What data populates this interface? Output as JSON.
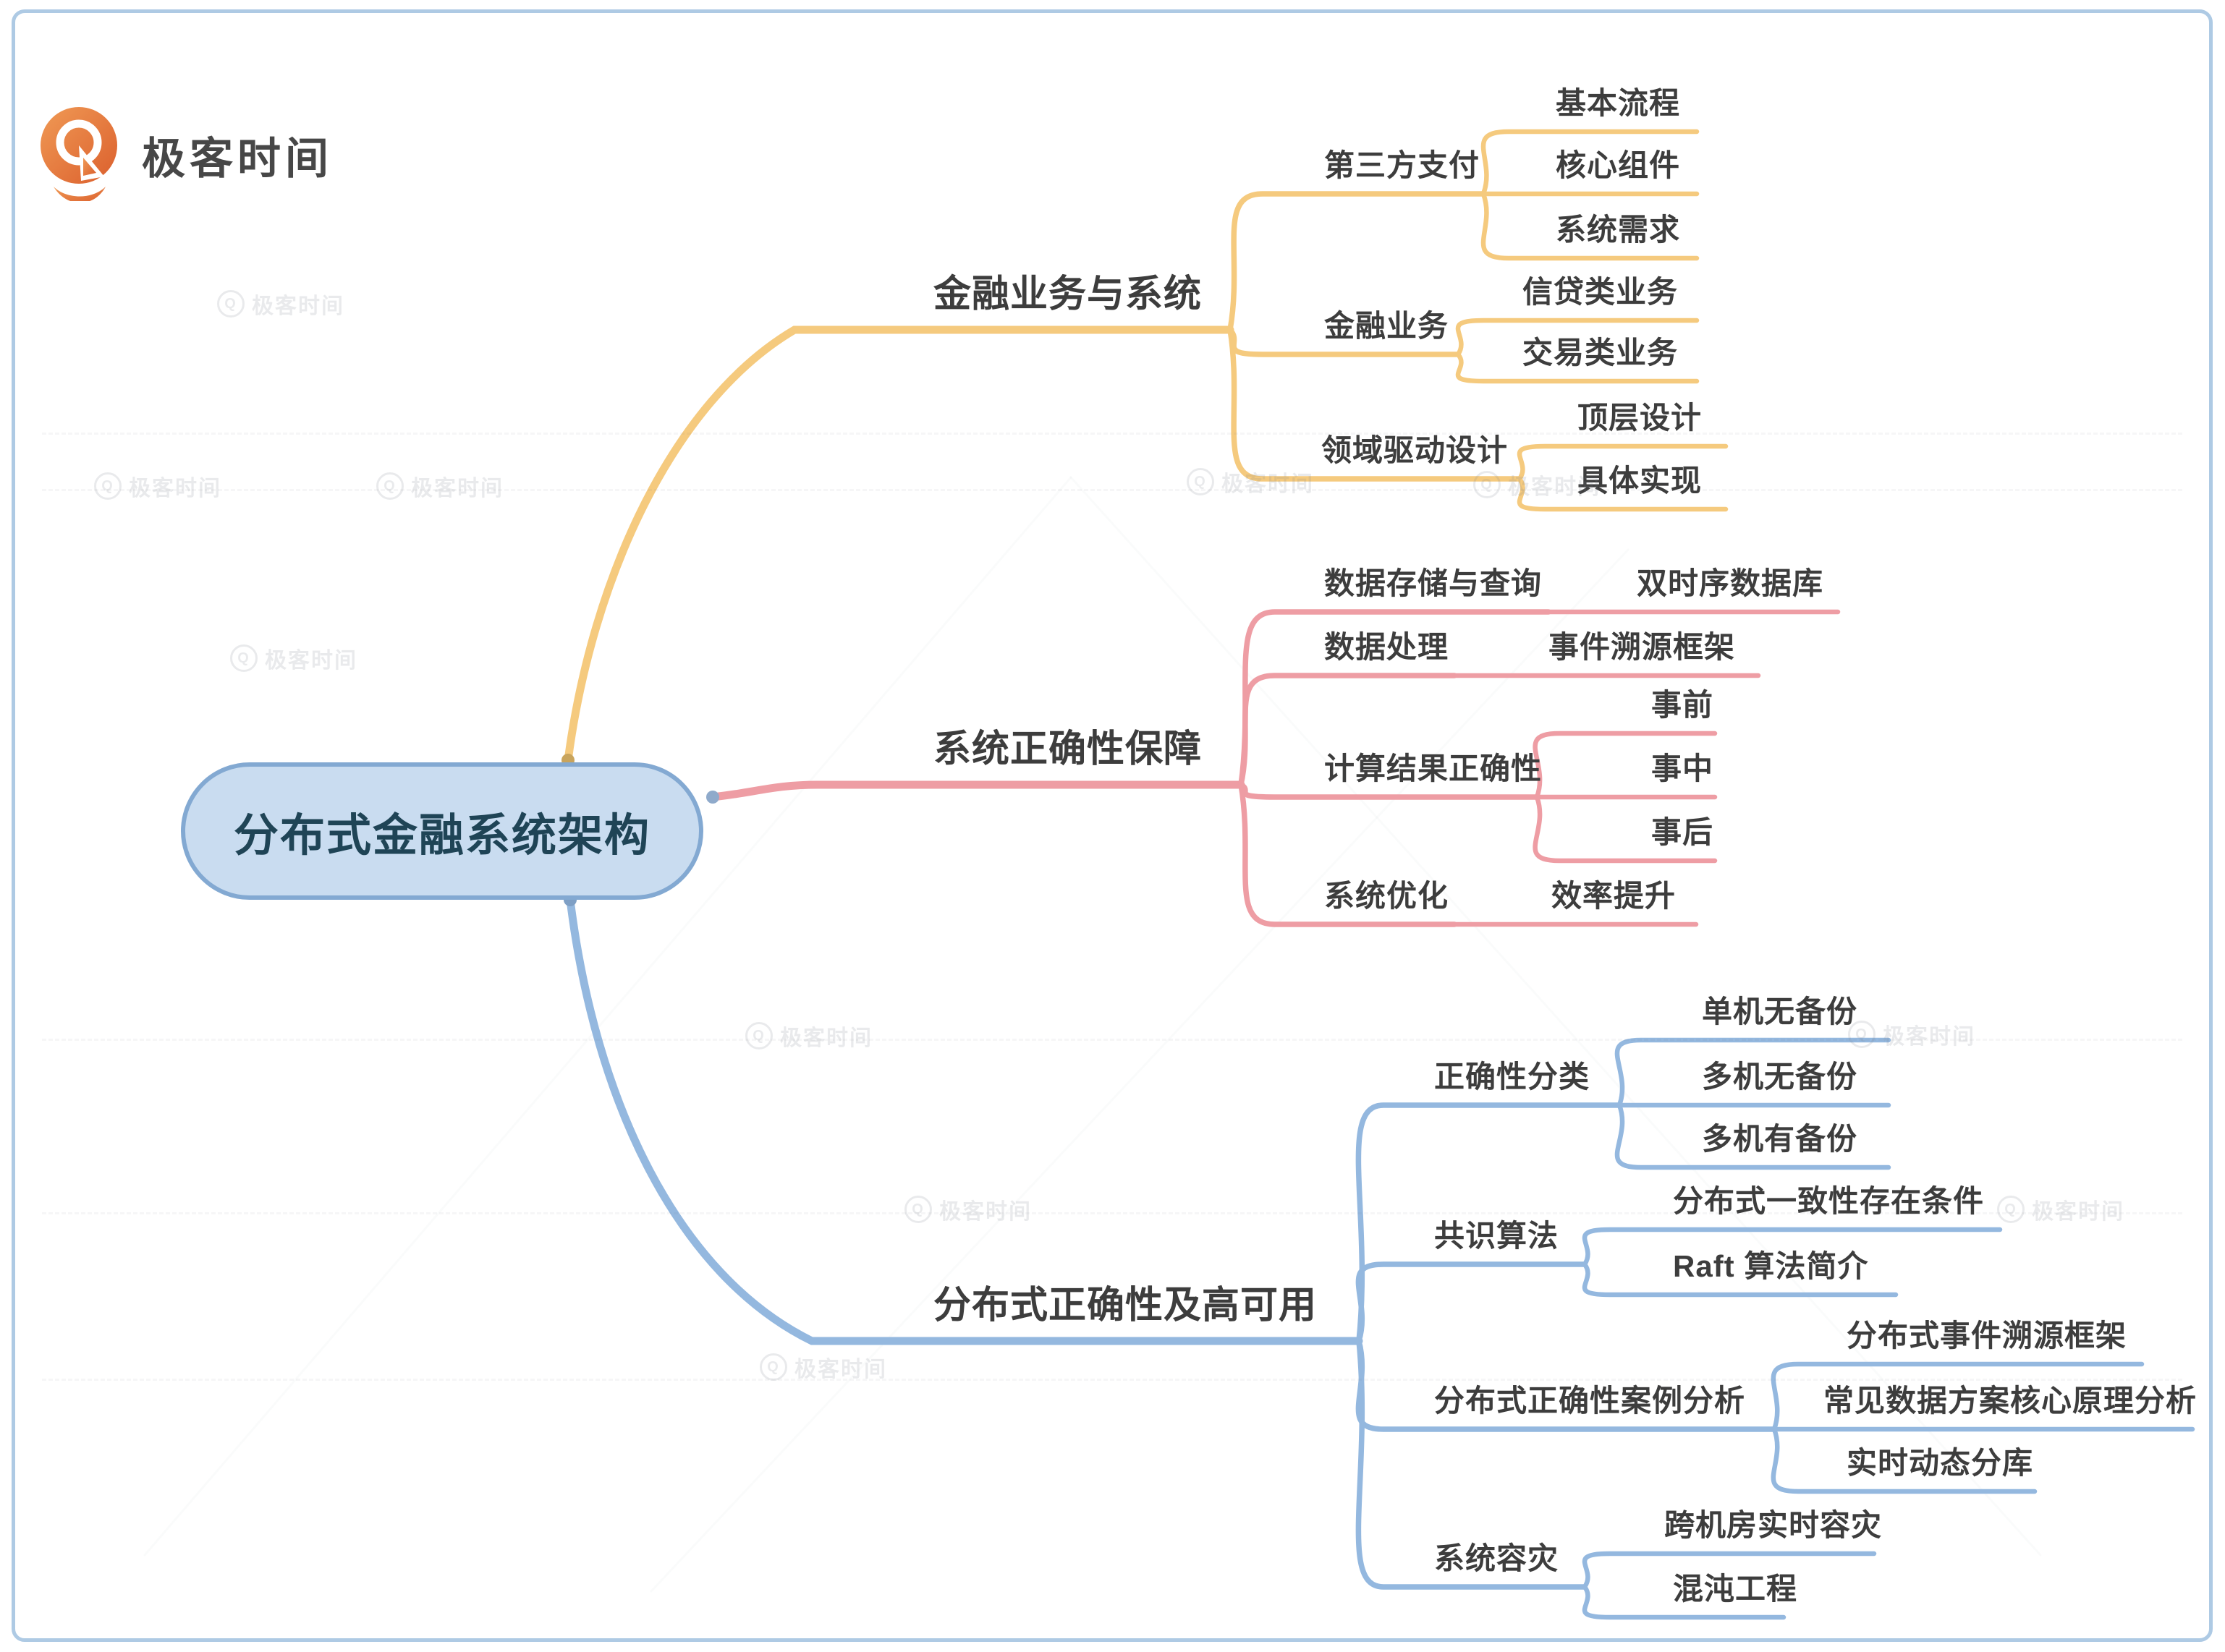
{
  "logo": {
    "brand": "极客时间"
  },
  "root": {
    "label": "分布式金融系统架构"
  },
  "palette": {
    "branch_yellow": "#F5CA7E",
    "branch_pink": "#EE9DA4",
    "branch_blue": "#94B8DF",
    "root_fill": "#C9DCF0",
    "root_border": "#83A9D2",
    "root_text": "#1F4456",
    "node_text": "#3D3D3D",
    "canvas_border": "#AECAE4",
    "logo_orange": "#E07B3F"
  },
  "branches": [
    {
      "label": "金融业务与系统",
      "color_key": "branch_yellow",
      "children": [
        {
          "label": "第三方支付",
          "children": [
            {
              "label": "基本流程"
            },
            {
              "label": "核心组件"
            },
            {
              "label": "系统需求"
            }
          ]
        },
        {
          "label": "金融业务",
          "children": [
            {
              "label": "信贷类业务"
            },
            {
              "label": "交易类业务"
            }
          ]
        },
        {
          "label": "领域驱动设计",
          "children": [
            {
              "label": "顶层设计"
            },
            {
              "label": "具体实现"
            }
          ]
        }
      ]
    },
    {
      "label": "系统正确性保障",
      "color_key": "branch_pink",
      "children": [
        {
          "label": "数据存储与查询",
          "children": [
            {
              "label": "双时序数据库"
            }
          ]
        },
        {
          "label": "数据处理",
          "children": [
            {
              "label": "事件溯源框架"
            }
          ]
        },
        {
          "label": "计算结果正确性",
          "children": [
            {
              "label": "事前"
            },
            {
              "label": "事中"
            },
            {
              "label": "事后"
            }
          ]
        },
        {
          "label": "系统优化",
          "children": [
            {
              "label": "效率提升"
            }
          ]
        }
      ]
    },
    {
      "label": "分布式正确性及高可用",
      "color_key": "branch_blue",
      "children": [
        {
          "label": "正确性分类",
          "children": [
            {
              "label": "单机无备份"
            },
            {
              "label": "多机无备份"
            },
            {
              "label": "多机有备份"
            }
          ]
        },
        {
          "label": "共识算法",
          "children": [
            {
              "label": "分布式一致性存在条件"
            },
            {
              "label": "Raft 算法简介"
            }
          ]
        },
        {
          "label": "分布式正确性案例分析",
          "children": [
            {
              "label": "分布式事件溯源框架"
            },
            {
              "label": "常见数据方案核心原理分析"
            },
            {
              "label": "实时动态分库"
            }
          ]
        },
        {
          "label": "系统容灾",
          "children": [
            {
              "label": "跨机房实时容灾"
            },
            {
              "label": "混沌工程"
            }
          ]
        }
      ]
    }
  ],
  "watermark": {
    "icon_letter": "Q",
    "text": "极客时间"
  }
}
